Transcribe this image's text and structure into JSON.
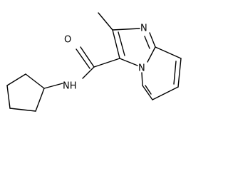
{
  "molecule": {
    "atom_labels": {
      "carbonyl_oxygen": "O",
      "amide_nitrogen": "NH",
      "imidazole_nitrogen": "N",
      "bridgehead_nitrogen": "N"
    },
    "colors": {
      "bond": "#000000",
      "text": "#000000",
      "background": "#ffffff"
    }
  }
}
